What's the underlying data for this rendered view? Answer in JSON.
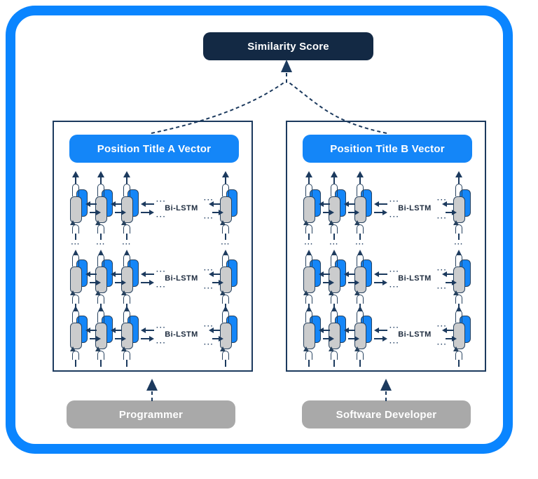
{
  "colors": {
    "frame_blue": "#0a85ff",
    "accent_blue": "#1486f8",
    "line_navy": "#1c3a5e",
    "cell_border_navy": "#27425f",
    "cell_gray": "#cbcccd",
    "score_box_navy": "#132944",
    "input_box_gray": "#a9a9a9",
    "label_text_navy": "#1d2b3e"
  },
  "similarity_box": {
    "label": "Similarity Score"
  },
  "panels": [
    {
      "id": "A",
      "header": "Position Title A Vector",
      "input_label": "Programmer",
      "rows": [
        {
          "label": "Bi-LSTM"
        },
        {
          "label": "Bi-LSTM"
        },
        {
          "label": "Bi-LSTM"
        }
      ]
    },
    {
      "id": "B",
      "header": "Position Title B Vector",
      "input_label": "Software Developer",
      "rows": [
        {
          "label": "Bi-LSTM"
        },
        {
          "label": "Bi-LSTM"
        },
        {
          "label": "Bi-LSTM"
        }
      ]
    }
  ],
  "glyphs": {
    "ellipsis": "···"
  }
}
